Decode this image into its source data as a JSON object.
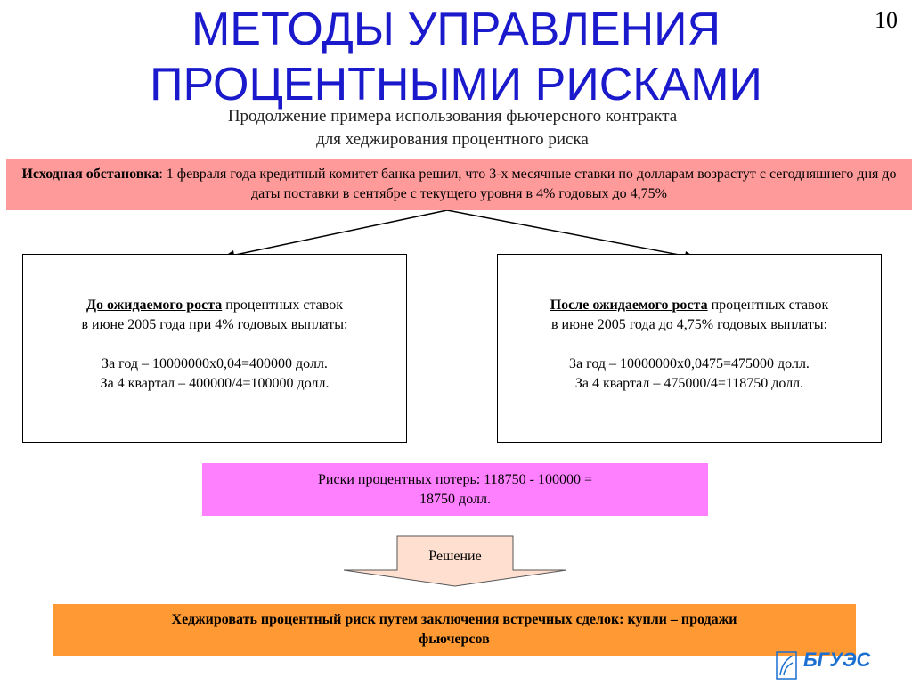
{
  "header": {
    "title": "МЕТОДЫ УПРАВЛЕНИЯ\nПРОЦЕНТНЫМИ РИСКАМИ",
    "page_number": "10",
    "subtitle": "Продолжение примера  использования фьючерсного контракта\nдля хеджирования процентного риска"
  },
  "situation": {
    "label": "Исходная обстановка",
    "text": ": 1 февраля года кредитный комитет банка решил, что 3-х месячные ставки по долларам возрастут с сегодняшнего дня до даты поставки в сентябре с текущего уровня в 4% годовых до 4,75%"
  },
  "before": {
    "heading": "До ожидаемого роста",
    "heading_rest": " процентных ставок",
    "line2": "в июне 2005 года при 4% годовых выплаты:",
    "calc1": "За год – 10000000х0,04=400000 долл.",
    "calc2": "За  4 квартал – 400000/4=100000 долл."
  },
  "after": {
    "heading": "После ожидаемого роста",
    "heading_rest": " процентных ставок",
    "line2": "в июне 2005 года до 4,75% годовых выплаты:",
    "calc1": "За год – 10000000х0,0475=475000 долл.",
    "calc2": "За 4 квартал – 475000/4=118750 долл."
  },
  "risk": {
    "text": "Риски процентных потерь: 118750 - 100000 =\n18750 долл."
  },
  "decision": {
    "label": "Решение"
  },
  "hedge": {
    "text": "Хеджировать процентный риск путем заключения встречных сделок: купли – продажи\nфьючерсов"
  },
  "logo": {
    "text": "БГУЭС"
  },
  "colors": {
    "title": "#1a1acc",
    "situation_bg": "#ff9a9a",
    "risk_bg": "#ff80ff",
    "decision_bg": "#ffe0d0",
    "hedge_bg": "#ff9933",
    "logo": "#1a6fd0"
  }
}
